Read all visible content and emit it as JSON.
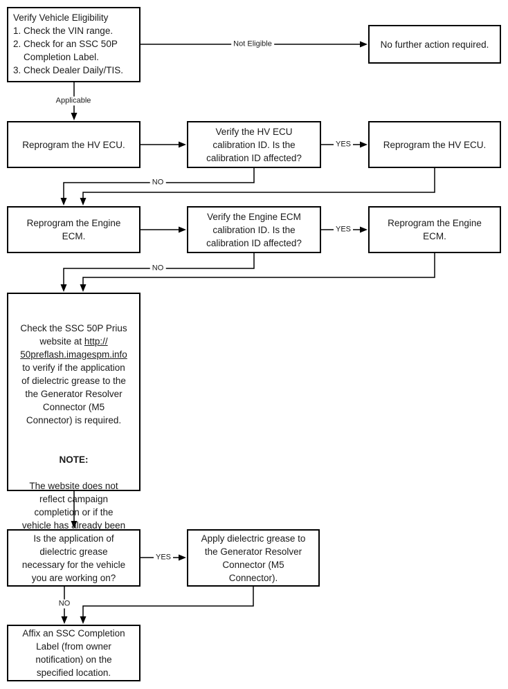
{
  "page": {
    "background_color": "#ffffff",
    "line_color": "#000000",
    "text_color": "#1a1a1a"
  },
  "boxes": {
    "verify_eligibility": {
      "text": "Verify Vehicle Eligibility\n1. Check the VIN range.\n2. Check for an SSC 50P\n    Completion Label.\n3. Check Dealer Daily/TIS."
    },
    "no_action": {
      "text": "No further action required."
    },
    "reprogram_hv": {
      "text": "Reprogram the HV ECU."
    },
    "verify_hv": {
      "text": "Verify the HV ECU\ncalibration ID. Is the\ncalibration ID affected?"
    },
    "reprogram_hv_yes": {
      "text": "Reprogram the HV ECU."
    },
    "reprogram_ecm": {
      "text": "Reprogram the Engine\nECM."
    },
    "verify_ecm": {
      "text": "Verify the Engine ECM\ncalibration ID. Is the\ncalibration ID affected?"
    },
    "reprogram_ecm_yes": {
      "text": "Reprogram the Engine\nECM."
    },
    "check_website": {
      "before_url": "Check the SSC 50P Prius\nwebsite at ",
      "url_line1": "http://",
      "line_break": "\n",
      "url_line2": "50preflash.imagespm.info",
      "after_url": "\nto verify if the application\nof dielectric grease to the\nthe Generator Resolver\nConnector (M5\nConnector) is required.",
      "note_heading": "NOTE:",
      "note_body": "The website does not\nreflect campaign\ncompletion or if the\nvehicle has already been\nrepaired at a dealership."
    },
    "grease_question": {
      "text": "Is the application of\ndielectric grease\nnecessary for the vehicle\nyou are working on?"
    },
    "apply_grease": {
      "text": "Apply dielectric grease to\nthe Generator Resolver\nConnector (M5\nConnector)."
    },
    "affix_label": {
      "text": "Affix an SSC Completion\nLabel (from owner\nnotification) on the\nspecified location."
    }
  },
  "labels": {
    "not_eligible": "Not Eligible",
    "applicable": "Applicable",
    "yes_hv": "YES",
    "no_hv": "NO",
    "yes_ecm": "YES",
    "no_ecm": "NO",
    "yes_grease": "YES",
    "no_grease": "NO"
  }
}
